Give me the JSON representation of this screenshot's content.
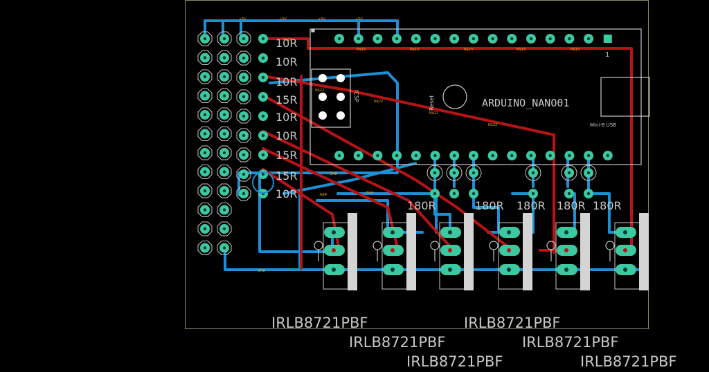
{
  "board": {
    "module_label": "ARDUINO_NANO01",
    "usb_label": "Mini-B USB",
    "reset_label": "Reset",
    "icsp_label": "ICSP",
    "pin1_label": "1"
  },
  "resistors_left": [
    "10R",
    "10R",
    "10R",
    "15R",
    "10R",
    "10R",
    "15R",
    "15R",
    "10R"
  ],
  "resistors_bottom": [
    "180R",
    "180R",
    "180R",
    "180R",
    "180R"
  ],
  "mosfets": [
    {
      "label": "IRLB8721PBF"
    },
    {
      "label": "IRLB8721PBF"
    },
    {
      "label": "IRLB8721PBF"
    },
    {
      "label": "IRLB8721PBF"
    },
    {
      "label": "IRLB8721PBF"
    },
    {
      "label": "IRLB8721PBF"
    }
  ],
  "nets": {
    "plus5v": "+5V",
    "gnd": "GND",
    "n_a": "N$15",
    "n_b": "N$22",
    "n_c": "N$4"
  },
  "colors": {
    "background": "#000000",
    "top_copper": "#b81414",
    "bottom_copper": "#1e8fd2",
    "pad": "#3cc8a0",
    "silkscreen": "#c8c8c8",
    "outline": "#8a8a6a"
  }
}
